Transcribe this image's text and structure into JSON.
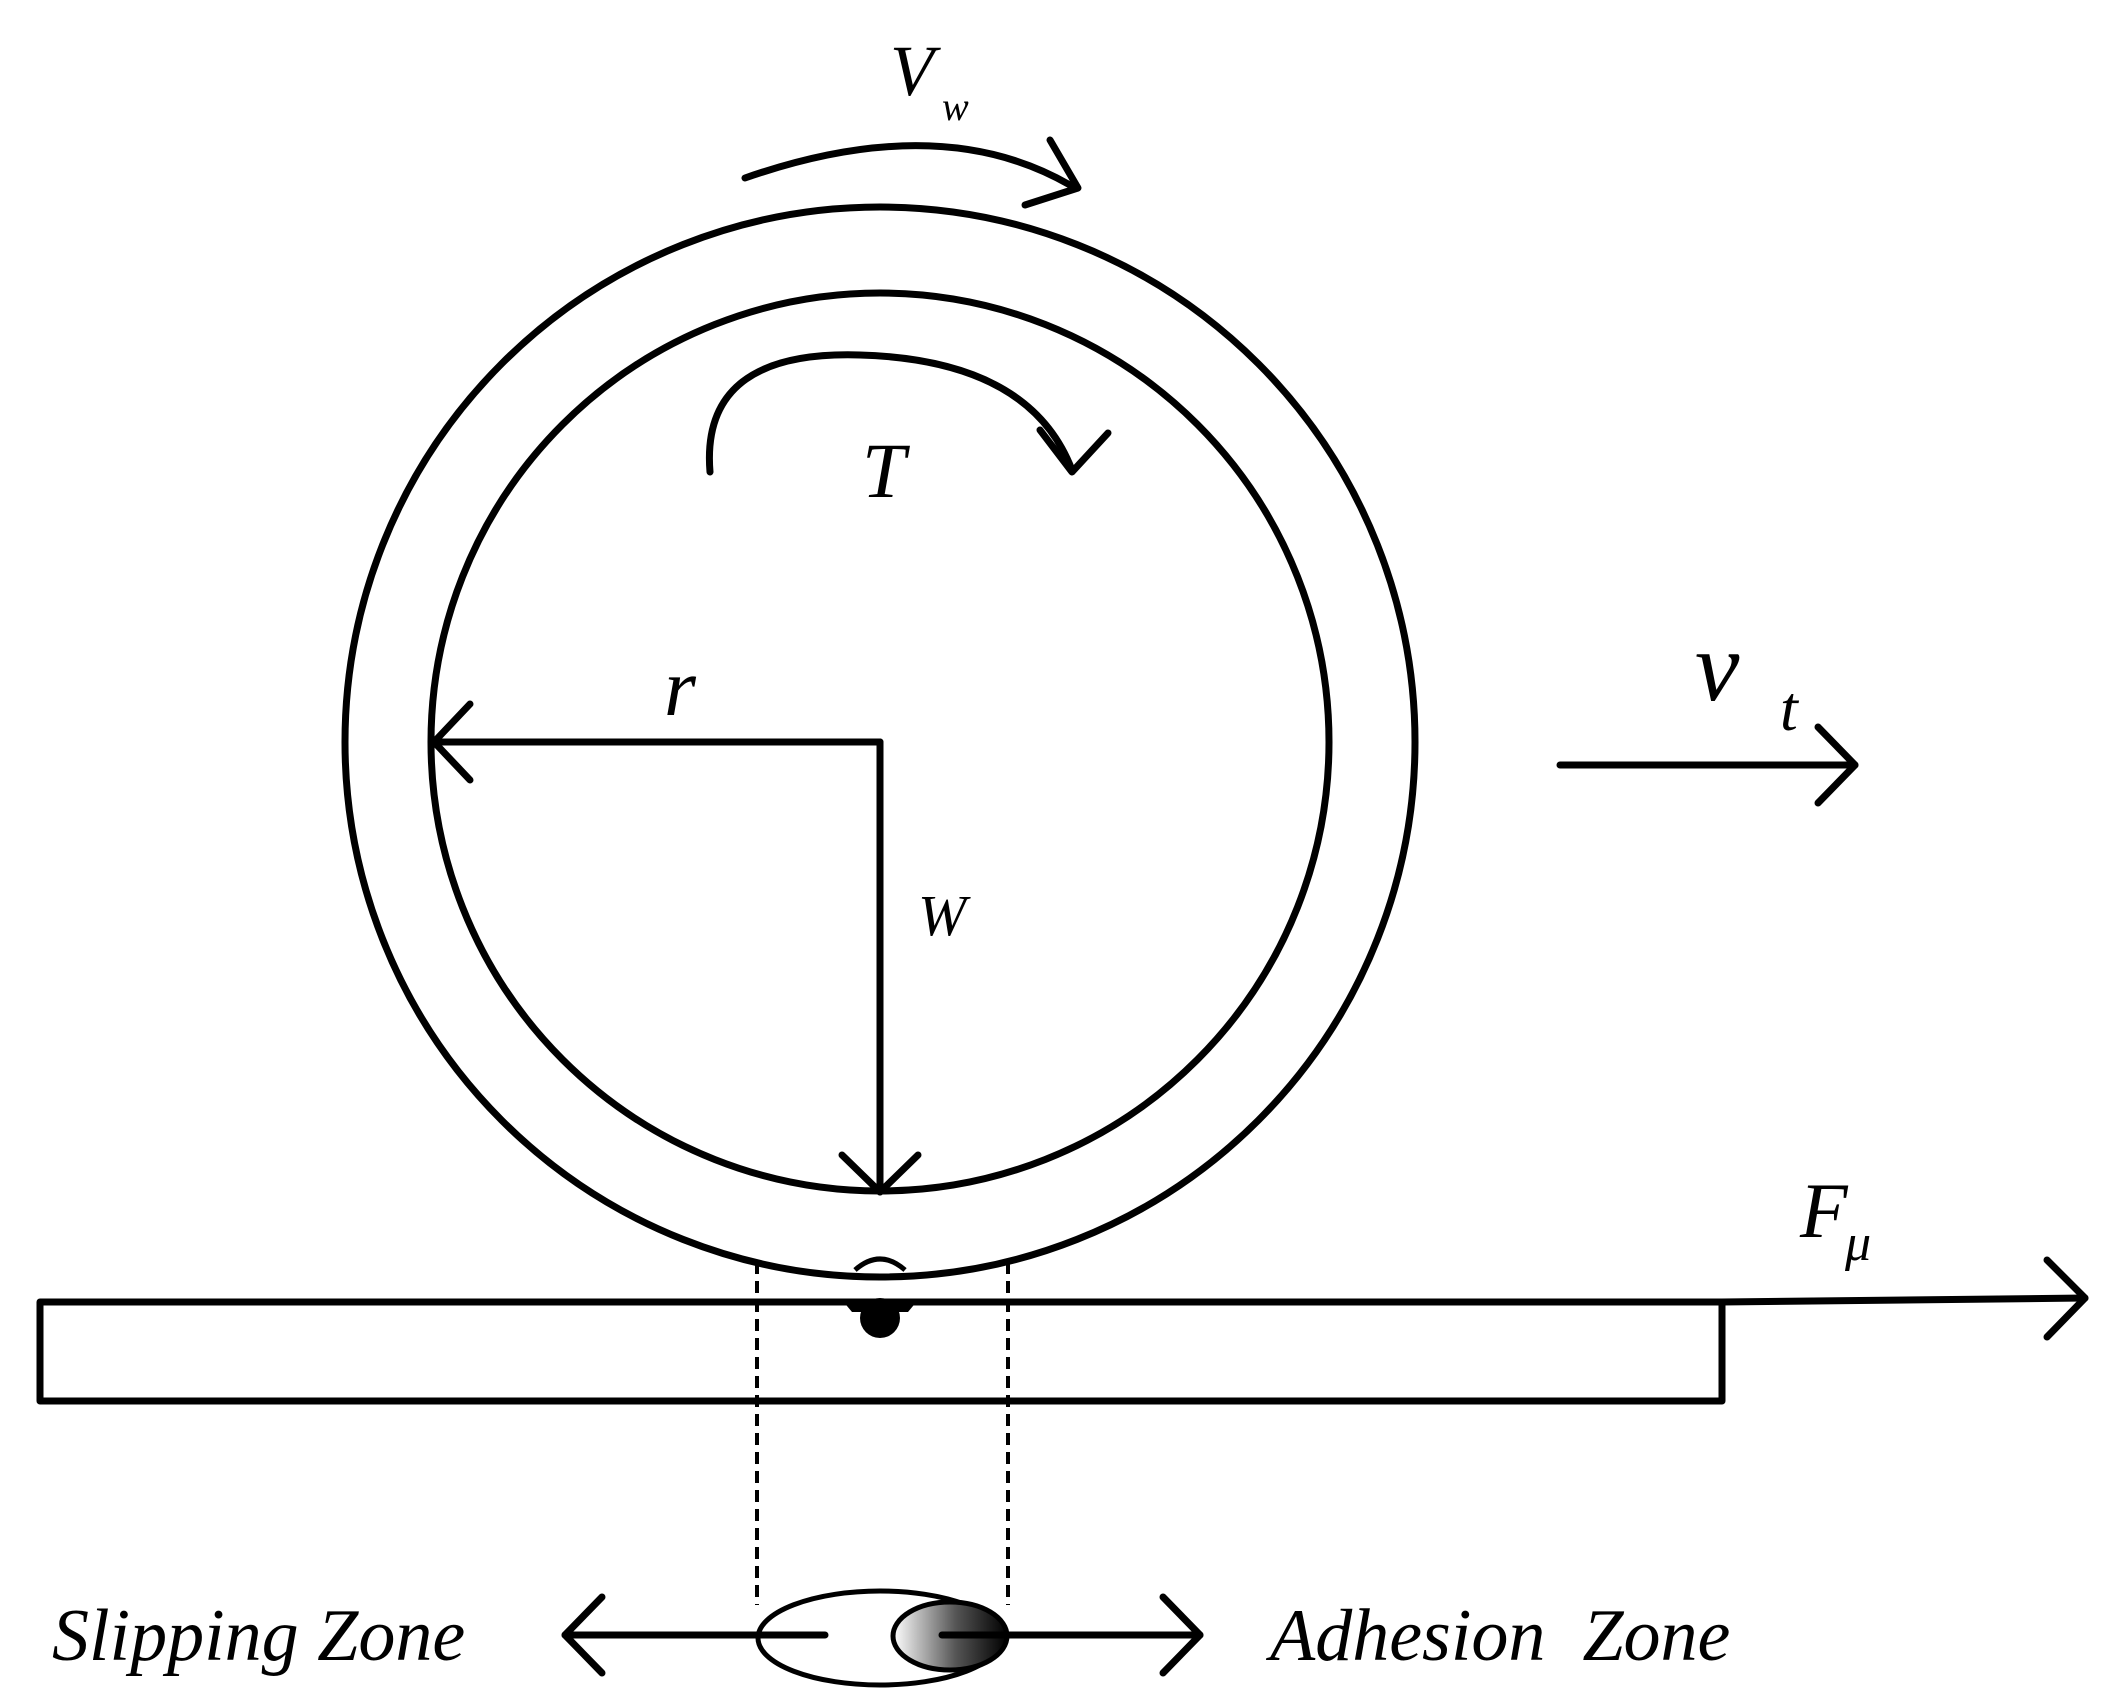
{
  "labels": {
    "wheel_velocity": "V",
    "wheel_velocity_sub": "w",
    "torque": "T",
    "radius": "r",
    "weight": "W",
    "train_velocity": "v",
    "train_velocity_sub": "t",
    "friction_force": "F",
    "friction_force_sub": "μ",
    "slipping_zone": "Slipping Zone",
    "adhesion_zone": "Adhesion  Zone"
  },
  "colors": {
    "ink": "#000000",
    "background": "#ffffff"
  }
}
